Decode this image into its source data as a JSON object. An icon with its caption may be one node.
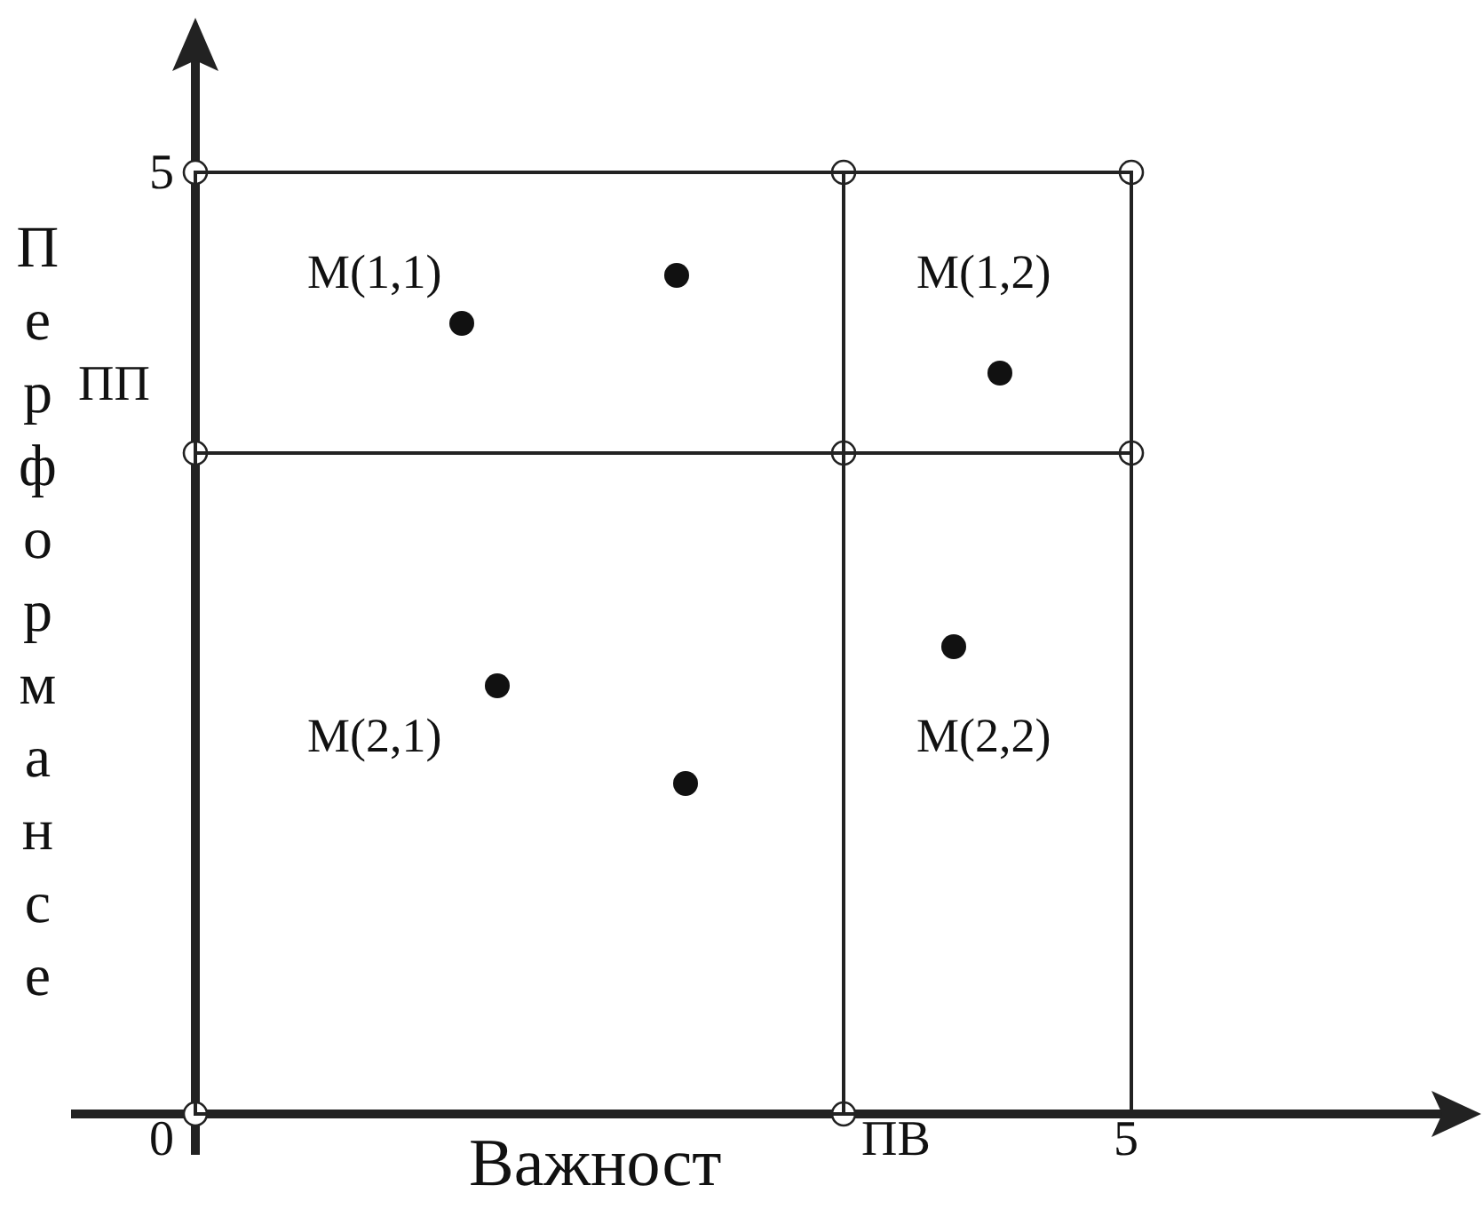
{
  "diagram": {
    "nodes": [
      {
        "text": [
          "M(1,1)"
        ]
      },
      {
        "text": [
          "M(1,2)"
        ]
      },
      {
        "text": [
          "M(2,1)"
        ]
      },
      {
        "text": [
          "M(2,2)"
        ]
      }
    ],
    "labels": [
      "5",
      "ПП",
      "0",
      "ПВ",
      "5",
      "Перформансе",
      "Важност"
    ]
  }
}
